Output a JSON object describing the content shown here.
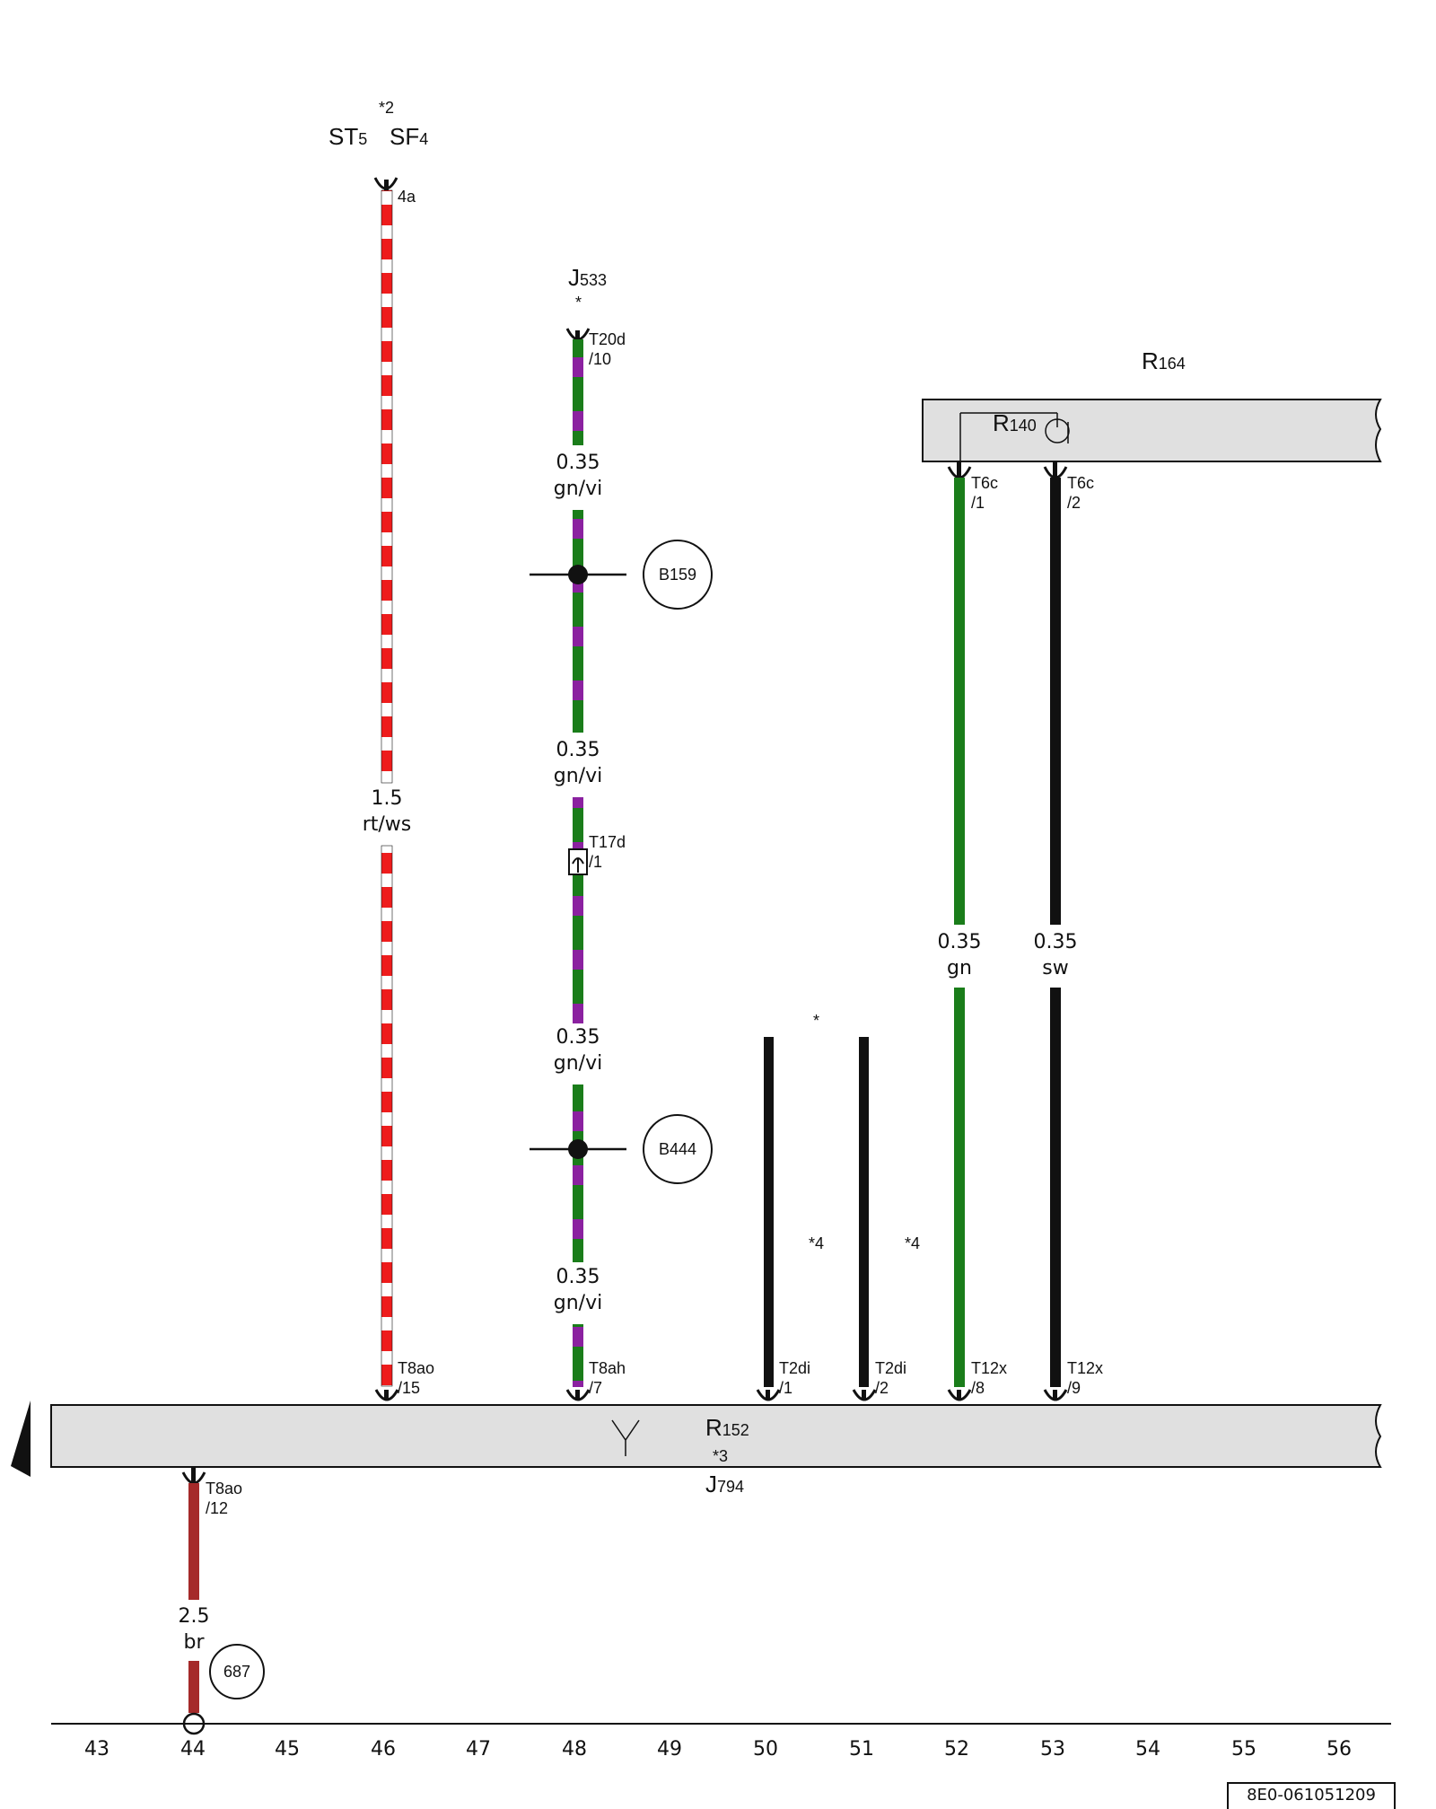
{
  "components": {
    "st_sf": {
      "prefix": "*2",
      "st": "ST",
      "st_sub": "5",
      "sf": "SF",
      "sf_sub": "4",
      "pin": "4a"
    },
    "j533": {
      "name": "J",
      "sub": "533",
      "note": "*",
      "pin_top": "T20d",
      "pin_bot": "/10"
    },
    "r164": {
      "name": "R",
      "sub": "164"
    },
    "r140": {
      "name": "R",
      "sub": "140"
    },
    "r152": {
      "name": "R",
      "sub": "152",
      "note": "*3"
    },
    "j794": {
      "name": "J",
      "sub": "794"
    }
  },
  "wires": {
    "w46": {
      "gauge": "1.5",
      "color": "rt/ws",
      "pin_top": "T8ao",
      "pin_bot": "/15"
    },
    "w48": {
      "labels": [
        {
          "gauge": "0.35",
          "color": "gn/vi"
        },
        {
          "gauge": "0.35",
          "color": "gn/vi"
        },
        {
          "gauge": "0.35",
          "color": "gn/vi"
        },
        {
          "gauge": "0.35",
          "color": "gn/vi"
        }
      ],
      "t17d_top": "T17d",
      "t17d_bot": "/1",
      "pin_top": "T8ah",
      "pin_bot": "/7"
    },
    "w50": {
      "pin_top": "T2di",
      "pin_bot": "/1",
      "note": "*4"
    },
    "w51": {
      "pin_top": "T2di",
      "pin_bot": "/2",
      "note": "*4"
    },
    "w50_51_note": "*",
    "w52": {
      "gauge": "0.35",
      "color": "gn",
      "t6c_top": "T6c",
      "t6c_bot": "/1",
      "pin_top": "T12x",
      "pin_bot": "/8"
    },
    "w53": {
      "gauge": "0.35",
      "color": "sw",
      "t6c_top": "T6c",
      "t6c_bot": "/2",
      "pin_top": "T12x",
      "pin_bot": "/9"
    },
    "w44": {
      "gauge": "2.5",
      "color": "br",
      "pin_top": "T8ao",
      "pin_bot": "/12"
    }
  },
  "junctions": {
    "b159": "B159",
    "b444": "B444",
    "ground": "687"
  },
  "axis": [
    "43",
    "44",
    "45",
    "46",
    "47",
    "48",
    "49",
    "50",
    "51",
    "52",
    "53",
    "54",
    "55",
    "56"
  ],
  "doc_id": "8E0-061051209",
  "colors": {
    "red": "#ee1c1c",
    "green": "#1a7d1a",
    "violet": "#8b21a0",
    "black": "#111111",
    "brown": "#a52a2a",
    "panel": "#e0e0e0"
  }
}
